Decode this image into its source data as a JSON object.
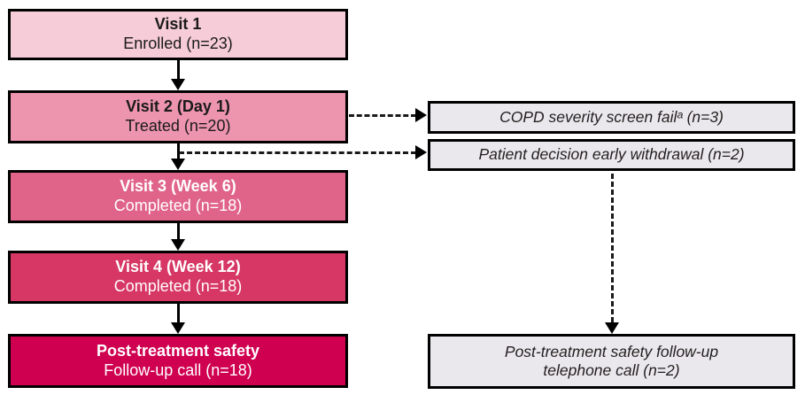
{
  "diagram": {
    "description": "Patient disposition flow diagram",
    "left_flow": [
      {
        "title": "Visit 1",
        "subtitle": "Enrolled (n=23)",
        "fill": "#f6ccd8",
        "text_color": "#1a1a1a"
      },
      {
        "title": "Visit 2 (Day 1)",
        "subtitle": "Treated (n=20)",
        "fill": "#ed94ae",
        "text_color": "#1a1a1a"
      },
      {
        "title": "Visit 3 (Week 6)",
        "subtitle": "Completed (n=18)",
        "fill": "#e0648a",
        "text_color": "#ffffff"
      },
      {
        "title": "Visit 4 (Week 12)",
        "subtitle": "Completed (n=18)",
        "fill": "#d63764",
        "text_color": "#ffffff"
      },
      {
        "title": "Post-treatment safety",
        "subtitle": "Follow-up call (n=18)",
        "fill": "#d00051",
        "text_color": "#ffffff"
      }
    ],
    "right_flow": [
      {
        "lines": [
          "COPD severity screen failᵃ (n=3)"
        ],
        "fill": "#eae8ec",
        "text_color": "#231f20"
      },
      {
        "lines": [
          "Patient decision early withdrawal (n=2)"
        ],
        "fill": "#eae8ec",
        "text_color": "#231f20"
      },
      {
        "lines": [
          "Post-treatment safety follow-up",
          "telephone call (n=2)"
        ],
        "fill": "#eae8ec",
        "text_color": "#231f20"
      }
    ],
    "connectors": [
      {
        "from": "visit-1",
        "to": "visit-2",
        "style": "solid",
        "direction": "down"
      },
      {
        "from": "visit-2",
        "to": "visit-3",
        "style": "solid",
        "direction": "down"
      },
      {
        "from": "visit-3",
        "to": "visit-4",
        "style": "solid",
        "direction": "down"
      },
      {
        "from": "visit-4",
        "to": "post-treatment-safety",
        "style": "solid",
        "direction": "down"
      },
      {
        "from": "visit-2",
        "to": "copd-screen-fail",
        "style": "dashed",
        "direction": "right"
      },
      {
        "from": "visit-2-connector",
        "to": "early-withdrawal",
        "style": "dashed",
        "direction": "right"
      },
      {
        "from": "early-withdrawal",
        "to": "post-treatment-telephone",
        "style": "dashed",
        "direction": "down"
      }
    ],
    "colors": {
      "box_border": "#000000",
      "right_box_fill": "#eae8ec",
      "background": "#ffffff"
    }
  }
}
